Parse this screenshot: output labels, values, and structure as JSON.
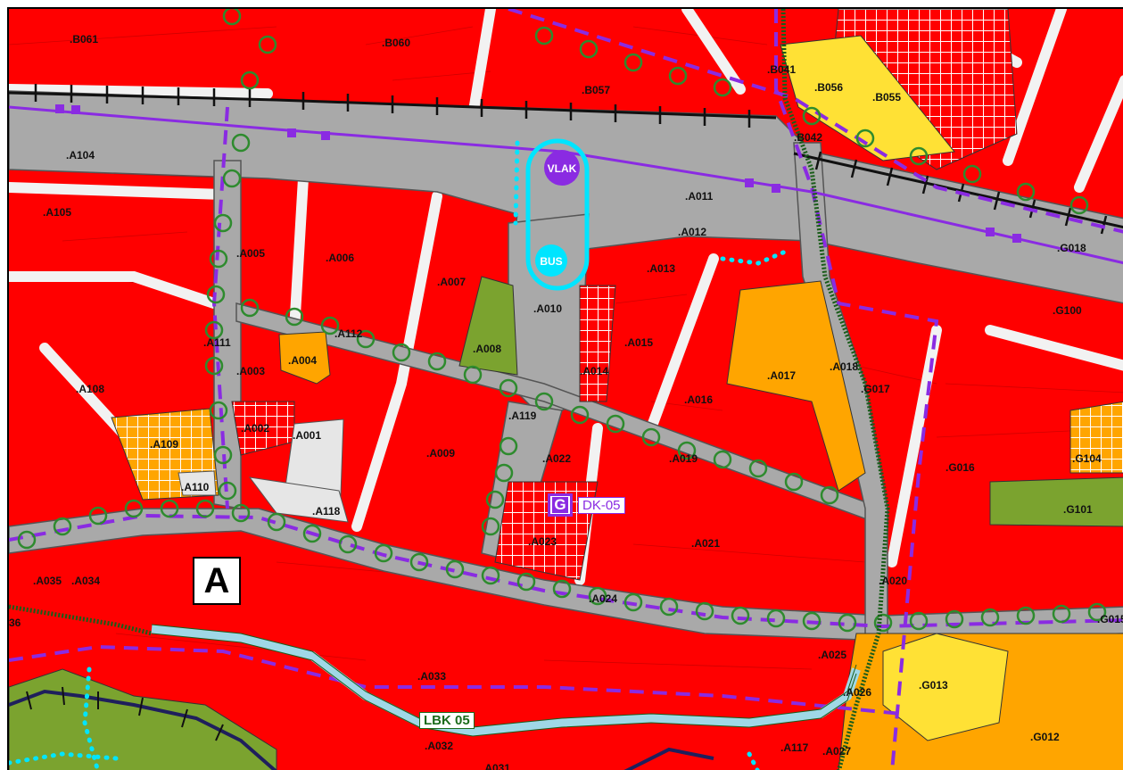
{
  "map": {
    "zone_marker": "A",
    "station_labels": {
      "train": "VLAK",
      "bus": "BUS"
    },
    "symbols": {
      "g_badge": "G",
      "dk_label": "DK-05",
      "lbk_label": "LBK 05"
    },
    "colors": {
      "residential": "#ff0000",
      "road": "#a9a9a9",
      "orange_zone": "#ffa500",
      "yellow_zone": "#ffe135",
      "green_zone": "#7ba32f",
      "rail_line": "#8a2be2",
      "bus_outline": "#00e5ff",
      "green_circles": "#2e8b2e"
    },
    "parcel_labels": [
      ".B061",
      ".B060",
      ".B057",
      ".B041",
      ".B056",
      ".B055",
      ".B042",
      ".A104",
      ".A105",
      ".A011",
      ".A012",
      ".G018",
      ".A005",
      ".A006",
      ".A007",
      ".A013",
      ".G100",
      ".A010",
      ".A112",
      ".A111",
      ".A004",
      ".A008",
      ".A015",
      ".A003",
      ".A014",
      ".A017",
      ".A018",
      ".G017",
      ".A108",
      ".A016",
      ".A119",
      ".A002",
      ".A001",
      ".A109",
      ".A009",
      ".A022",
      ".A019",
      ".G016",
      ".G104",
      ".A110",
      ".A118",
      ".A021",
      ".G101",
      ".A023",
      ".A035",
      ".A034",
      ".A020",
      ".A024",
      ".G015",
      "36",
      ".A025",
      ".A033",
      ".G013",
      ".A026",
      ".G012",
      ".A032",
      ".A117",
      ".A031",
      ".A027"
    ]
  }
}
